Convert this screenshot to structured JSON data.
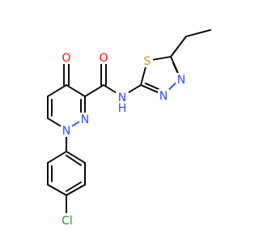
{
  "molecule": {
    "atoms": {
      "o_carbonyl_ring": {
        "label": "O",
        "color": "#ff0d0d"
      },
      "o_amide": {
        "label": "O",
        "color": "#ff0d0d"
      },
      "n_amide": {
        "label": "N",
        "color": "#3050f8"
      },
      "h_amide": {
        "label": "H",
        "color": "#3050f8"
      },
      "s_thiadiazole": {
        "label": "S",
        "color": "#c6a900"
      },
      "n_thiadiazole_a": {
        "label": "N",
        "color": "#3050f8"
      },
      "n_thiadiazole_b": {
        "label": "N",
        "color": "#3050f8"
      },
      "n_pyridazine_2": {
        "label": "N",
        "color": "#3050f8"
      },
      "n_pyridazine_1": {
        "label": "N",
        "color": "#3050f8"
      },
      "cl": {
        "label": "Cl",
        "color": "#1fa01f"
      }
    }
  }
}
